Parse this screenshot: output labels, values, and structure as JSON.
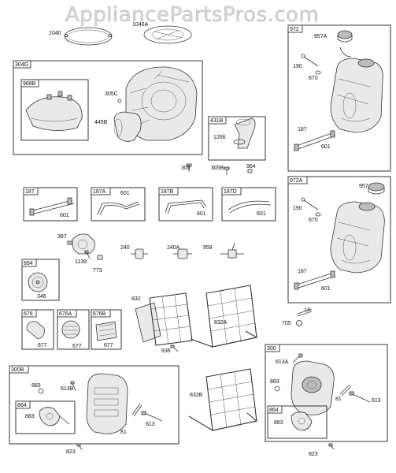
{
  "watermark": "AppliancePartsPros.com",
  "groups": {
    "g304G": "304G",
    "g968B": "968B",
    "g431B": "431B",
    "g972": "972",
    "g972A": "972A",
    "g187": "187",
    "g187A": "187A",
    "g187B": "187B",
    "g187D": "187D",
    "g894": "894",
    "g676": "676",
    "g676A": "676A",
    "g676B": "676B",
    "g300B": "300B",
    "g864a": "864",
    "g300": "300",
    "g864b": "864"
  },
  "labels": {
    "p1040": "1040",
    "p1040A": "1040A",
    "p305C": "305C",
    "p445B": "445B",
    "p1266": "1266",
    "p305": "305",
    "p305B": "305B",
    "p964": "964",
    "p957A": "957A",
    "p190a": "190",
    "p670a": "670",
    "p187a": "187",
    "p601a": "601",
    "p601b": "601",
    "p601c": "601",
    "p601d": "601",
    "p601e": "601",
    "p957": "957",
    "p190b": "190",
    "p670b": "670",
    "p187b": "187",
    "p601f": "601",
    "p387": "387",
    "p1139": "1139",
    "p773": "773",
    "p240": "240",
    "p240A": "240A",
    "p958": "958",
    "p346": "346",
    "p832": "832",
    "p832A": "832A",
    "p836": "836",
    "p14": "14",
    "p705": "705",
    "p677a": "677",
    "p677b": "677",
    "p677c": "677",
    "p883a": "883",
    "p613Ba": "613B",
    "p883b": "883",
    "p81a": "81",
    "p613a": "613",
    "p832B": "832B",
    "p823a": "823",
    "p613A": "613A",
    "p883c": "883",
    "p81b": "81",
    "p613b": "613",
    "p883d": "883",
    "p823b": "823"
  }
}
